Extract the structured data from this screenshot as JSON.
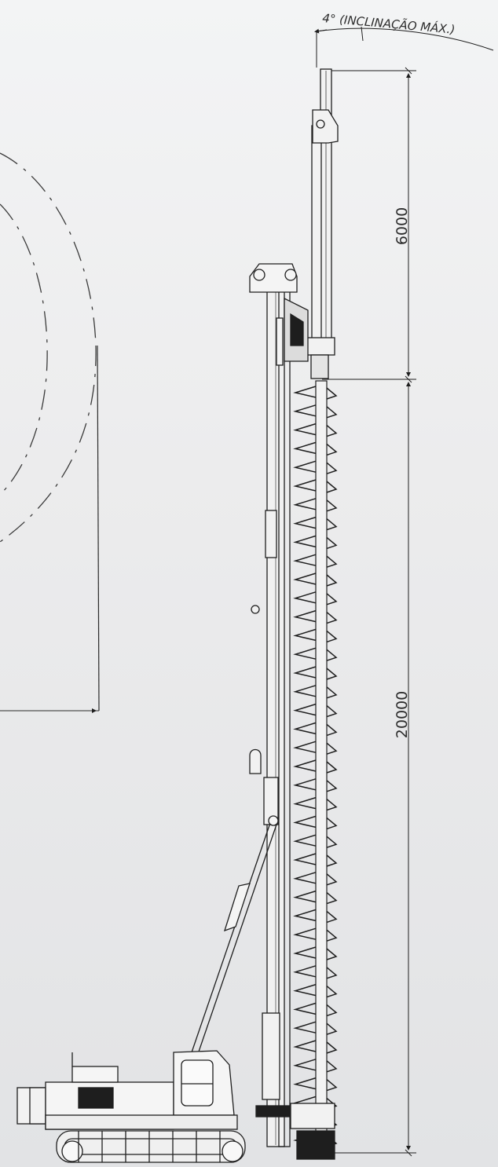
{
  "inclination_label": "4° (INCLINAÇÃO MÁX.)",
  "dimensions": {
    "upper": "6000",
    "lower": "20000"
  },
  "colors": {
    "line": "#1e1e1e",
    "background": "#ececed"
  }
}
